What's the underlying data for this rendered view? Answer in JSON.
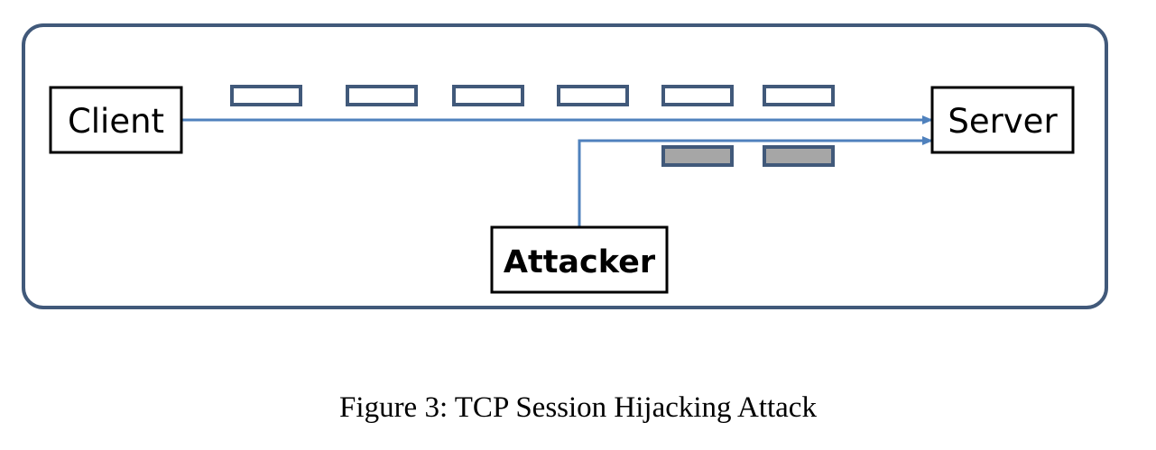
{
  "diagram": {
    "nodes": {
      "client": {
        "label": "Client"
      },
      "server": {
        "label": "Server"
      },
      "attacker": {
        "label": "Attacker"
      }
    },
    "client_packet_count": 6,
    "attacker_packet_count": 2,
    "colors": {
      "frame_border": "#41597a",
      "packet_border": "#41597a",
      "packet_fill": "#ffffff",
      "spoofed_packet_fill": "#a6a6a6",
      "arrow": "#4f81bd",
      "node_border": "#000000"
    }
  },
  "caption": "Figure 3: TCP Session Hijacking Attack"
}
